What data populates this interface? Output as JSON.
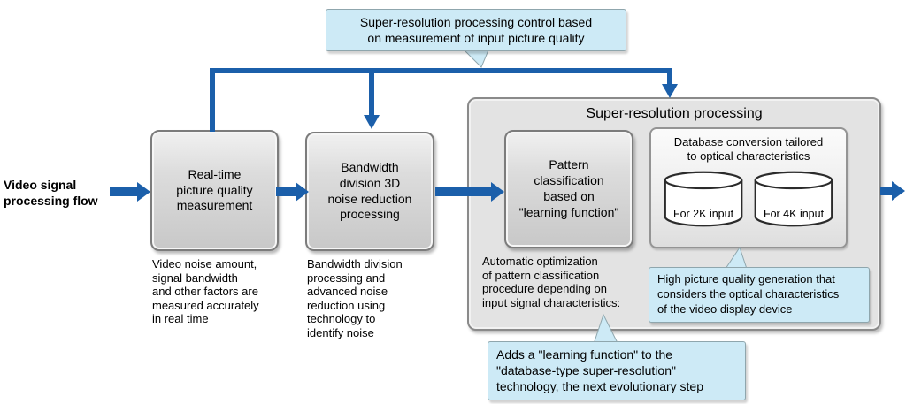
{
  "colors": {
    "arrow_blue": "#1b5faa",
    "callout_bg": "#cdeaf6",
    "box_gray": "#d6d6d6",
    "container_gray": "#e3e3e3"
  },
  "flow": {
    "label": "Video signal\nprocessing flow"
  },
  "callouts": {
    "top": "Super-resolution processing control based\non measurement of input picture quality",
    "right": "High picture quality generation that\nconsiders the optical characteristics\nof the video display device",
    "bottom": "Adds a \"learning function\" to the\n\"database-type super-resolution\"\ntechnology, the next evolutionary step"
  },
  "boxes": {
    "box1": {
      "label": "Real-time\npicture quality\nmeasurement",
      "caption": "Video noise amount,\nsignal bandwidth\nand other factors are\nmeasured accurately\nin real time"
    },
    "box2": {
      "label": "Bandwidth\ndivision 3D\nnoise reduction\nprocessing",
      "caption": "Bandwidth division\nprocessing and\nadvanced noise\nreduction using\ntechnology to\nidentify noise"
    },
    "container": {
      "title": "Super-resolution processing"
    },
    "box3": {
      "label": "Pattern\nclassification\nbased on\n\"learning function\"",
      "caption": "Automatic optimization\nof pattern classification\nprocedure depending on\ninput signal characteristics:"
    },
    "box4": {
      "title": "Database conversion tailored\nto optical characteristics",
      "db_2k": "For 2K input",
      "db_4k": "For 4K input"
    }
  }
}
